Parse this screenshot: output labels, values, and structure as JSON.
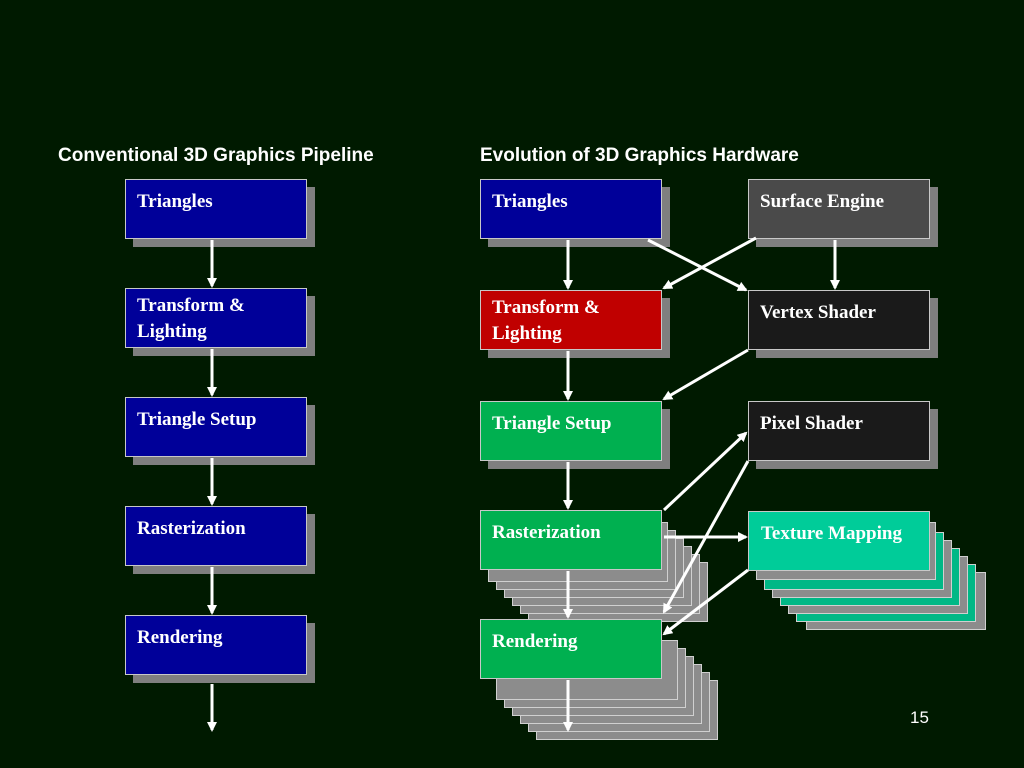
{
  "left_column": {
    "heading": "Conventional 3D Graphics Pipeline",
    "stages": [
      "Triangles",
      "Transform & Lighting",
      "Triangle Setup",
      "Rasterization",
      "Rendering"
    ]
  },
  "right_column": {
    "heading": "Evolution of  3D Graphics Hardware",
    "pipeline": [
      "Triangles",
      "Transform & Lighting",
      "Triangle Setup",
      "Rasterization",
      "Rendering"
    ],
    "side_units": [
      "Surface Engine",
      "Vertex Shader",
      "Pixel Shader",
      "Texture Mapping"
    ]
  },
  "colors": {
    "background": "#001a00",
    "conventional_stage": "#000099",
    "triangles": "#000099",
    "transform_lighting": "#c00000",
    "setup_raster_render": "#00b050",
    "surface_engine": "#4a4a4a",
    "shaders": "#1a1a1a",
    "texture_mapping": "#00cc99"
  },
  "page_number": "15"
}
